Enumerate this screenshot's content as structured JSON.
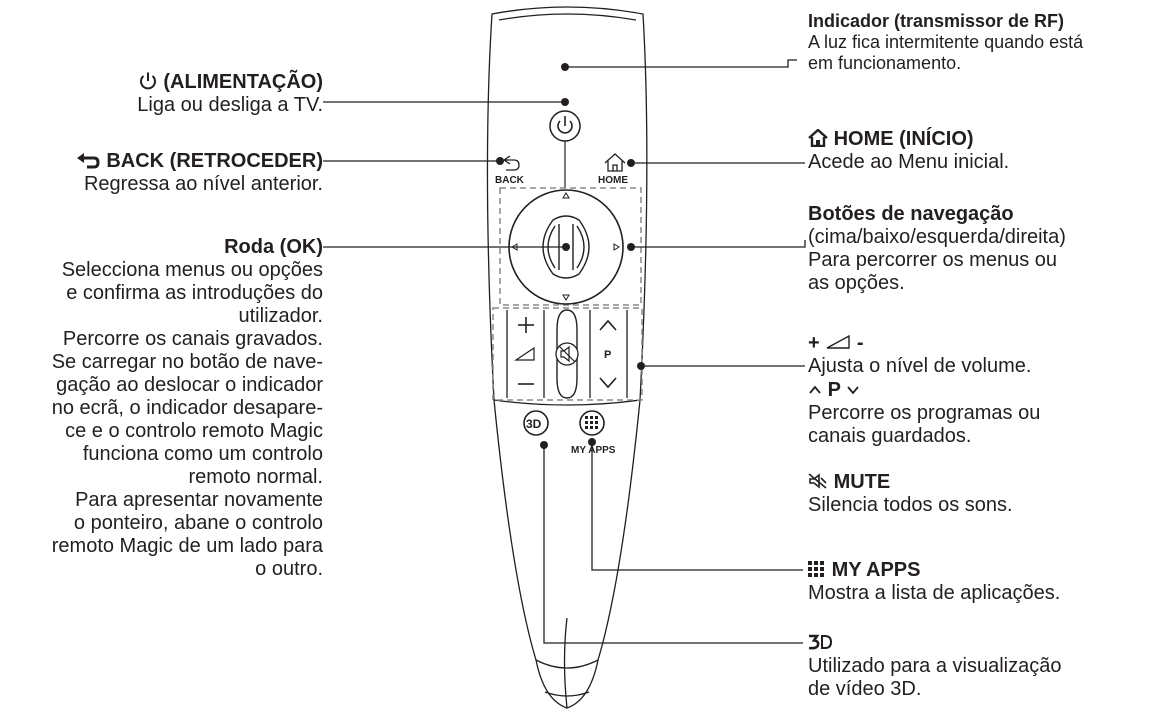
{
  "callouts": {
    "power": {
      "title": "(ALIMENTAÇÃO)",
      "desc": "Liga ou desliga a TV."
    },
    "back": {
      "title": "BACK (RETROCEDER)",
      "desc": "Regressa ao nível anterior."
    },
    "wheel": {
      "title": "Roda (OK)",
      "lines": [
        "Selecciona menus ou opções",
        "e confirma as introduções do",
        "utilizador.",
        "Percorre os canais gravados.",
        "Se carregar no botão de nave-",
        "gação ao deslocar o indicador",
        "no ecrã, o indicador desapare-",
        "ce e o controlo remoto Magic",
        "funciona como um controlo",
        "remoto normal.",
        "Para apresentar novamente",
        "o ponteiro, abane o controlo",
        "remoto Magic de um lado para",
        "o outro."
      ]
    },
    "indicator": {
      "title": "Indicador (transmissor de RF)",
      "lines": [
        "A luz fica intermitente quando está",
        "em funcionamento."
      ]
    },
    "home": {
      "title": "HOME (INÍCIO)",
      "desc": "Acede ao Menu inicial."
    },
    "nav": {
      "title": "Botões de navegação",
      "lines": [
        "(cima/baixo/esquerda/direita)",
        "Para percorrer os menus ou",
        "as opções."
      ]
    },
    "volume": {
      "title_plus": "+",
      "title_minus": "-",
      "desc": "Ajusta o nível de volume."
    },
    "program": {
      "title": "P",
      "lines": [
        "Percorre os programas ou",
        "canais guardados."
      ]
    },
    "mute": {
      "title": "MUTE",
      "desc": "Silencia todos os sons."
    },
    "myapps": {
      "title": "MY APPS",
      "desc": "Mostra a lista de aplicações."
    },
    "threed": {
      "lines": [
        "Utilizado para a visualização",
        "de vídeo 3D."
      ]
    }
  },
  "remote": {
    "back_label": "BACK",
    "home_label": "HOME",
    "p_label": "P",
    "myapps_label": "MY APPS"
  },
  "icons": [
    "power-icon",
    "back-arrow-icon",
    "home-icon",
    "volume-icon",
    "mute-icon",
    "chevron-up-icon",
    "chevron-down-icon",
    "my-apps-grid-icon",
    "3d-icon"
  ]
}
